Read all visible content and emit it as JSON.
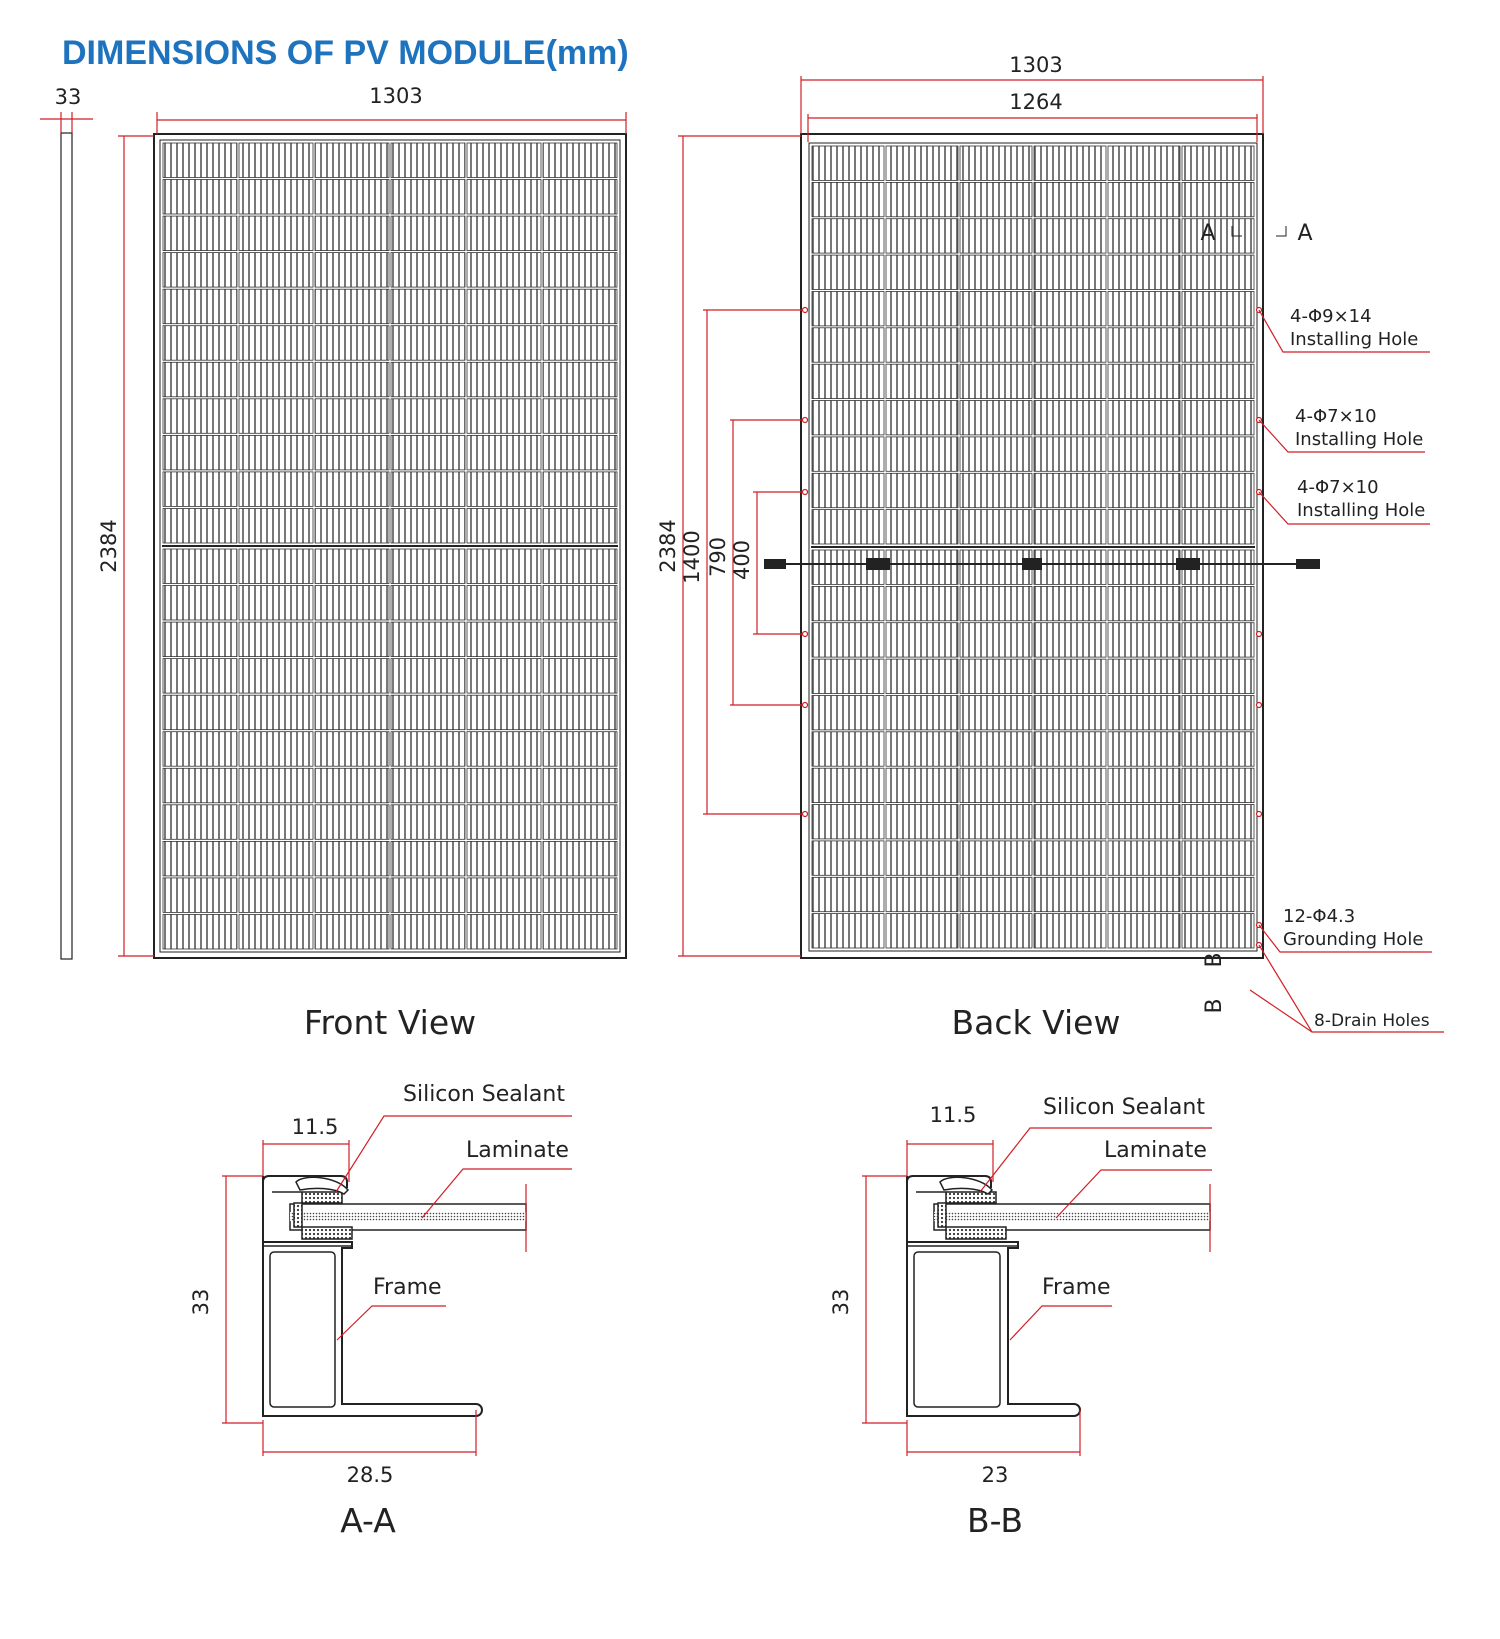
{
  "title": "DIMENSIONS OF PV MODULE(mm)",
  "colors": {
    "title": "#1e73be",
    "dimension": "#d21f26",
    "line": "#222222"
  },
  "front_view": {
    "caption": "Front View",
    "thickness": "33",
    "width": "1303",
    "height": "2384"
  },
  "back_view": {
    "caption": "Back View",
    "outer_width": "1303",
    "inner_width": "1264",
    "height": "2384",
    "spacing_1400": "1400",
    "spacing_790": "790",
    "spacing_400": "400",
    "section_a": "A",
    "section_b": "B",
    "callouts": {
      "hole_9x14_spec": "4-Φ9×14",
      "hole_9x14_name": "Installing Hole",
      "hole_7x10_a_spec": "4-Φ7×10",
      "hole_7x10_a_name": "Installing Hole",
      "hole_7x10_b_spec": "4-Φ7×10",
      "hole_7x10_b_name": "Installing Hole",
      "grounding_spec": "12-Φ4.3",
      "grounding_name": "Grounding Hole",
      "drain": "8-Drain Holes"
    }
  },
  "section_aa": {
    "caption": "A-A",
    "sealant": "Silicon Sealant",
    "laminate": "Laminate",
    "frame": "Frame",
    "top_width": "11.5",
    "height": "33",
    "base_width": "28.5"
  },
  "section_bb": {
    "caption": "B-B",
    "sealant": "Silicon Sealant",
    "laminate": "Laminate",
    "frame": "Frame",
    "top_width": "11.5",
    "height": "33",
    "base_width": "23"
  }
}
